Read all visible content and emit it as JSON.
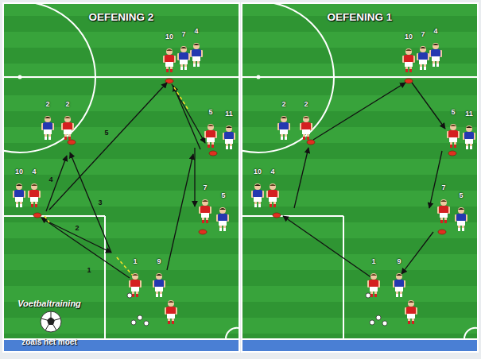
{
  "diagram": {
    "nodes": [
      {
        "text": [
          "OEFENING 2"
        ]
      },
      {
        "text": [
          "OEFENING 1"
        ]
      }
    ],
    "labels": [
      "10",
      "7",
      "4",
      "2",
      "2",
      "5",
      "11",
      "10",
      "4",
      "7",
      "5",
      "1",
      "9",
      "1",
      "2",
      "3",
      "4",
      "5",
      "10",
      "7",
      "4",
      "2",
      "2",
      "5",
      "11",
      "10",
      "4",
      "7",
      "5",
      "1",
      "9",
      "Voetbaltraining",
      "zoals het moet"
    ]
  }
}
